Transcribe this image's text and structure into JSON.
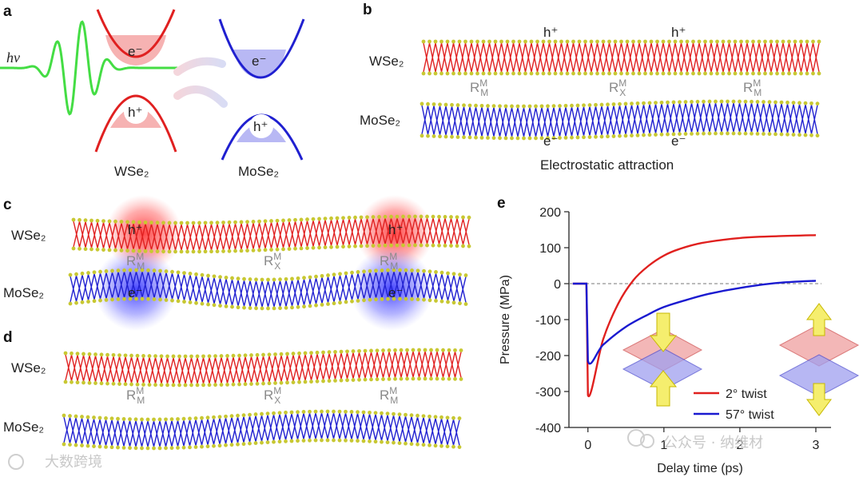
{
  "panels": {
    "a": {
      "letter": "a",
      "hv": "hν",
      "electron": "e⁻",
      "hole": "h⁺",
      "layer1": "WSe₂",
      "layer2": "MoSe₂"
    },
    "b": {
      "letter": "b",
      "top_layer": "WSe₂",
      "bottom_layer": "MoSe₂",
      "hole1": "h⁺",
      "hole2": "h⁺",
      "elec1": "e⁻",
      "elec2": "e⁻",
      "site1": "R_M^M",
      "site2": "R_X^M",
      "site3": "R_M^M",
      "caption": "Electrostatic attraction"
    },
    "c": {
      "letter": "c",
      "top_layer": "WSe₂",
      "bottom_layer": "MoSe₂",
      "hole1": "h⁺",
      "hole2": "h⁺",
      "elec1": "e⁻",
      "elec2": "e⁻",
      "site1": "R_M^M",
      "site2": "R_X^M",
      "site3": "R_M^M"
    },
    "d": {
      "letter": "d",
      "top_layer": "WSe₂",
      "bottom_layer": "MoSe₂",
      "site1": "R_M^M",
      "site2": "R_X^M",
      "site3": "R_M^M"
    },
    "e": {
      "letter": "e"
    }
  },
  "chart_data": {
    "type": "line",
    "xlabel": "Delay time (ps)",
    "ylabel": "Pressure (MPa)",
    "xlim": [
      -0.25,
      3.2
    ],
    "ylim": [
      -400,
      200
    ],
    "xticks": [
      0,
      1,
      2,
      3
    ],
    "yticks": [
      200,
      100,
      0,
      -100,
      -200,
      -300,
      -400
    ],
    "zero_line": "dashed",
    "legend_position": "bottom-right",
    "series": [
      {
        "name": "2° twist",
        "color": "#e0201e",
        "x": [
          -0.2,
          -0.02,
          0.0,
          0.2,
          0.4,
          0.6,
          0.8,
          1.0,
          1.2,
          1.5,
          2.0,
          2.5,
          3.0
        ],
        "y": [
          0,
          0,
          -310,
          -155,
          -55,
          10,
          50,
          78,
          96,
          113,
          127,
          132,
          135
        ]
      },
      {
        "name": "57° twist",
        "color": "#1a1ad0",
        "x": [
          -0.2,
          -0.02,
          0.0,
          0.2,
          0.5,
          0.8,
          1.0,
          1.3,
          1.6,
          2.0,
          2.5,
          3.0
        ],
        "y": [
          0,
          0,
          -215,
          -170,
          -120,
          -85,
          -65,
          -45,
          -28,
          -12,
          2,
          8
        ]
      }
    ]
  },
  "watermark": {
    "left": "大数跨境",
    "right": "公众号 · 纳维材"
  }
}
